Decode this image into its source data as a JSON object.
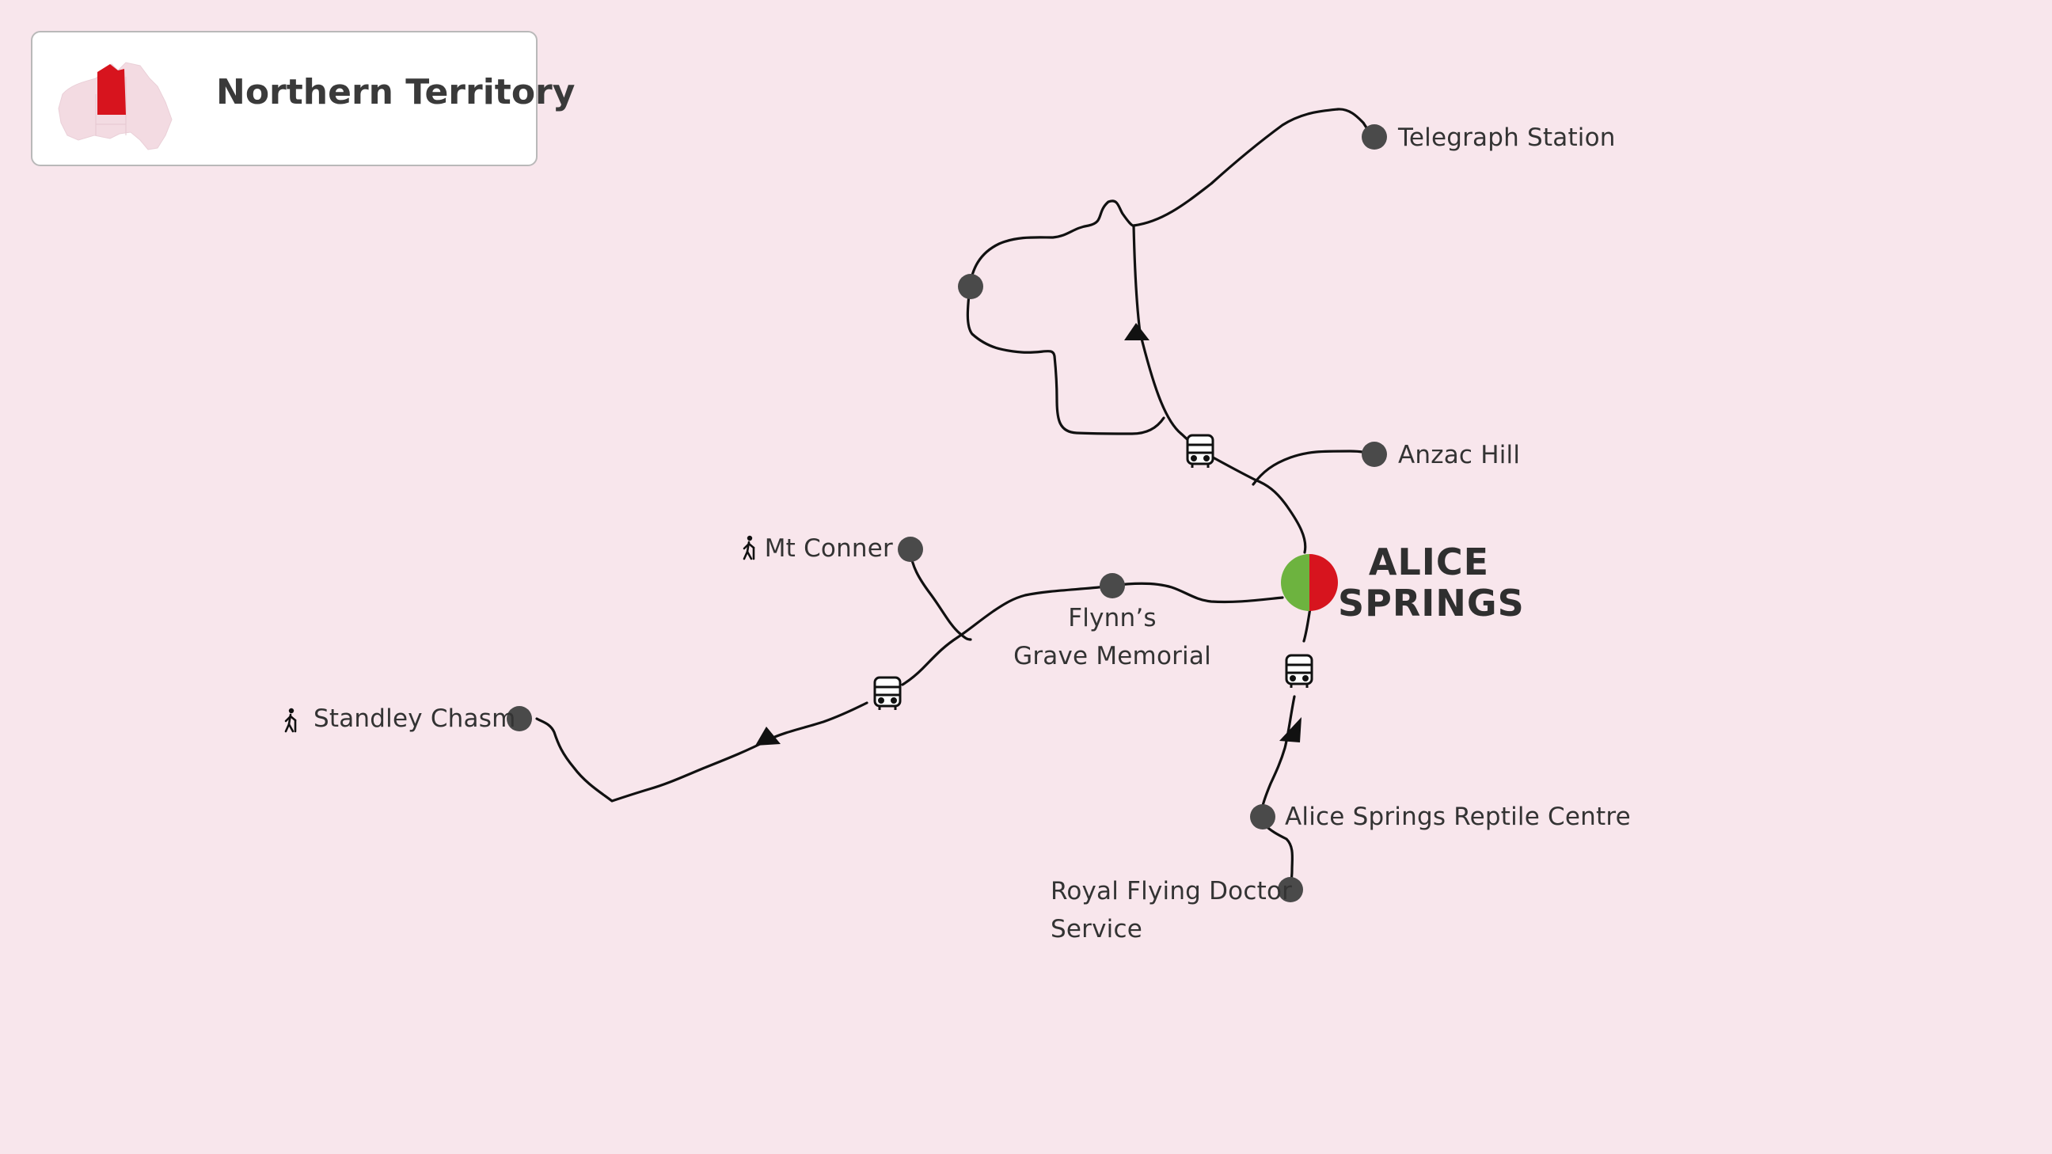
{
  "region": {
    "title": "Northern Territory"
  },
  "city": {
    "line1": "ALICE",
    "line2": "SPRINGS"
  },
  "colors": {
    "background": "#f8e6ec",
    "stop": "#4a4a4a",
    "route": "#111111",
    "hub_left": "#6db33f",
    "hub_right": "#d7141e",
    "highlight_region": "#d7141e"
  },
  "places": {
    "telegraph_station": "Telegraph Station",
    "anzac_hill": "Anzac Hill",
    "mt_conner": "Mt Conner",
    "flynns_line1": "Flynn’s",
    "flynns_line2": "Grave Memorial",
    "standley_chasm": "Standley Chasm",
    "reptile_centre": "Alice Springs Reptile Centre",
    "rfds_line1": "Royal Flying Doctor",
    "rfds_line2": "Service"
  },
  "icons": {
    "bus": "bus-icon",
    "hiking": "hiking-icon",
    "direction": "direction-arrow-icon",
    "hub": "alice-springs-hub-icon"
  }
}
